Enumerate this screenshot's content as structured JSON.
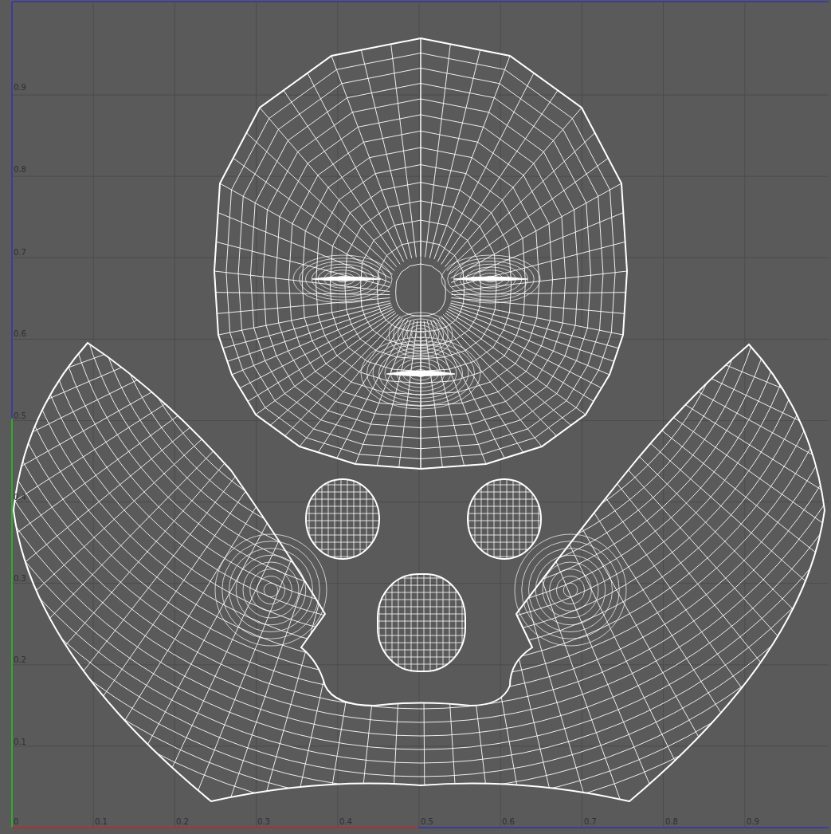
{
  "diagram": {
    "labels": [
      "0.9",
      "0.8",
      "0.7",
      "0.6",
      "0.5",
      "0.4",
      "0.3",
      "0.2",
      "0.1",
      "0",
      "0.1",
      "0.2",
      "0.3",
      "0.4",
      "0.5",
      "0.6",
      "0.7",
      "0.8",
      "0.9"
    ]
  }
}
